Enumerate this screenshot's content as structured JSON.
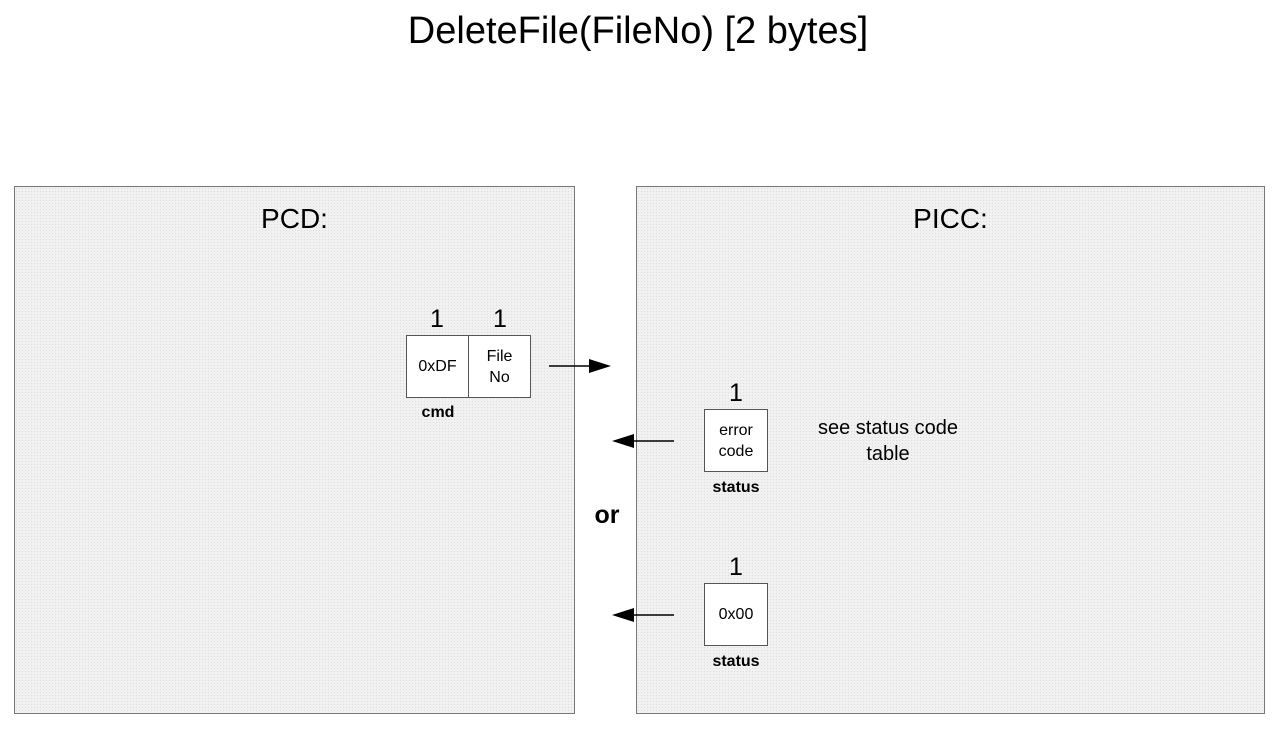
{
  "title": "DeleteFile(FileNo) [2 bytes]",
  "pcd": {
    "label": "PCD:",
    "command": {
      "cells": [
        {
          "count": "1",
          "text": "0xDF"
        },
        {
          "count": "1",
          "text": "File\nNo"
        }
      ],
      "caption": "cmd"
    }
  },
  "picc": {
    "label": "PICC:",
    "error_response": {
      "count": "1",
      "text": "error\ncode",
      "caption": "status",
      "note": "see status code\ntable"
    },
    "ok_response": {
      "count": "1",
      "text": "0x00",
      "caption": "status"
    }
  },
  "or_label": "or"
}
